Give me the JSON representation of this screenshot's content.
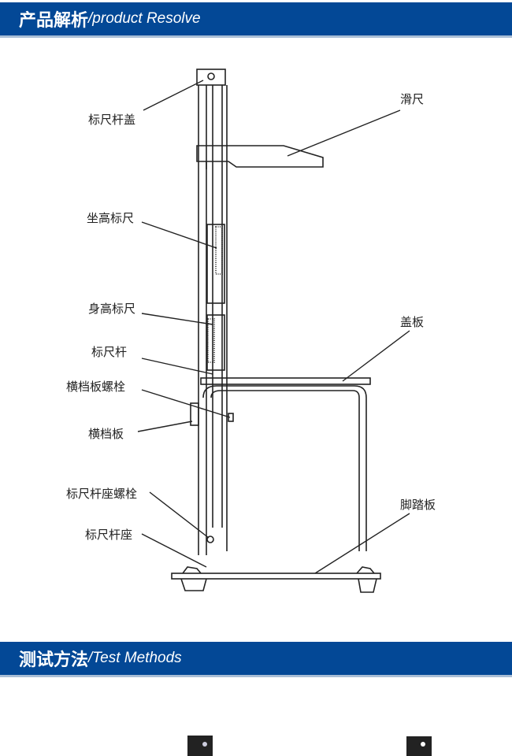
{
  "section1": {
    "title_cn": "产品解析",
    "title_en": "/product Resolve"
  },
  "section2": {
    "title_cn": "测试方法",
    "title_en": "/Test Methods"
  },
  "labels": {
    "rod_cap": "标尺杆盖",
    "slider": "滑尺",
    "sitting_scale": "坐高标尺",
    "height_scale": "身高标尺",
    "cover_plate": "盖板",
    "rod": "标尺杆",
    "crossbar_bolt": "横档板螺栓",
    "crossbar": "横档板",
    "rod_base_bolt": "标尺杆座螺栓",
    "footboard": "脚踏板",
    "rod_base": "标尺杆座"
  }
}
